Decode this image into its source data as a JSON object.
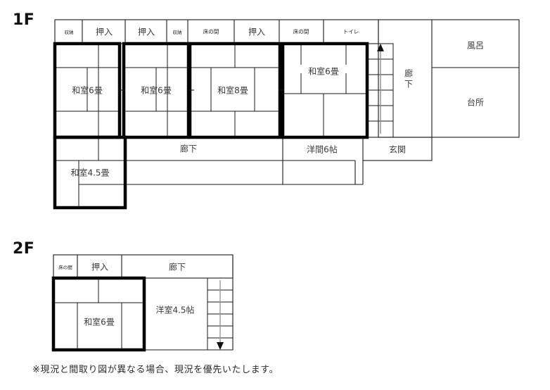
{
  "document": {
    "type": "floor-plan",
    "note": "※現況と間取り図が異なる場合、現況を優先いたします。",
    "line_color": "#000000",
    "thin_line_color": "#1a1a1a",
    "text_color": "#3b3b3b",
    "background": "#ffffff"
  },
  "floors": [
    {
      "id": "1F",
      "label": "1F",
      "closets": [
        {
          "name": "収納",
          "size": "tiny"
        },
        {
          "name": "押入",
          "size": "normal"
        },
        {
          "name": "押入",
          "size": "normal"
        },
        {
          "name": "収納",
          "size": "tiny"
        },
        {
          "name": "床の間",
          "size": "small"
        },
        {
          "name": "押入",
          "size": "normal"
        },
        {
          "name": "床の間",
          "size": "small"
        },
        {
          "name": "トイレ",
          "size": "small"
        }
      ],
      "rooms": [
        {
          "name": "和室6畳",
          "type": "japanese",
          "tatami": 6
        },
        {
          "name": "和室6畳",
          "type": "japanese",
          "tatami": 6
        },
        {
          "name": "和室8畳",
          "type": "japanese",
          "tatami": 8
        },
        {
          "name": "和室6畳",
          "type": "japanese",
          "tatami": 6
        },
        {
          "name": "和室4.5畳",
          "type": "japanese",
          "tatami": 4.5
        },
        {
          "name": "洋間6帖",
          "type": "western",
          "tatami": 6
        },
        {
          "name": "廊下",
          "type": "corridor"
        },
        {
          "name": "廊下",
          "type": "corridor"
        },
        {
          "name": "玄関",
          "type": "entrance"
        },
        {
          "name": "風呂",
          "type": "bath"
        },
        {
          "name": "台所",
          "type": "kitchen"
        }
      ],
      "stairs": {
        "steps": 6,
        "direction": "up",
        "arrow": "▲"
      }
    },
    {
      "id": "2F",
      "label": "2F",
      "closets": [
        {
          "name": "床の間",
          "size": "tiny"
        },
        {
          "name": "押入",
          "size": "normal"
        }
      ],
      "rooms": [
        {
          "name": "廊下",
          "type": "corridor"
        },
        {
          "name": "和室6畳",
          "type": "japanese",
          "tatami": 6
        },
        {
          "name": "洋室4.5帖",
          "type": "western",
          "tatami": 4.5
        }
      ],
      "stairs": {
        "steps": 6,
        "direction": "down",
        "arrow": "▼"
      }
    }
  ],
  "labels": {
    "f1_closet_0": "収納",
    "f1_closet_1": "押入",
    "f1_closet_2": "押入",
    "f1_closet_3": "収納",
    "f1_closet_4": "床の間",
    "f1_closet_5": "押入",
    "f1_closet_6": "床の間",
    "f1_closet_7": "トイレ",
    "f1_room_washitsu6_a": "和室6畳",
    "f1_room_washitsu6_b": "和室6畳",
    "f1_room_washitsu8": "和室8畳",
    "f1_room_washitsu6_c": "和室6畳",
    "f1_room_washitsu45": "和室4.5畳",
    "f1_room_youma6": "洋間6帖",
    "f1_corridor_main": "廊下",
    "f1_corridor_right": "廊下",
    "f1_genkan": "玄関",
    "f1_furo": "風呂",
    "f1_daidokoro": "台所",
    "f2_closet_0": "床の間",
    "f2_closet_1": "押入",
    "f2_corridor": "廊下",
    "f2_room_washitsu6": "和室6畳",
    "f2_room_youshitsu45": "洋室4.5帖",
    "floor1": "1F",
    "floor2": "2F",
    "note": "※現況と間取り図が異なる場合、現況を優先いたします。"
  }
}
